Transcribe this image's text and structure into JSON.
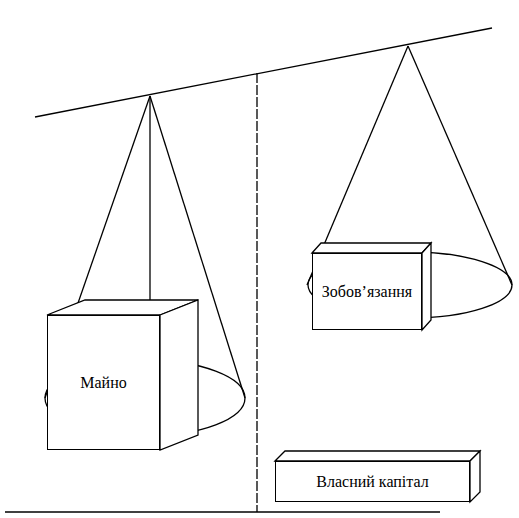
{
  "diagram": {
    "nodes": [
      {
        "text": [
          "Майно"
        ]
      },
      {
        "text": [
          "Зобов’язання"
        ]
      },
      {
        "text": [
          "Власний капітал"
        ]
      }
    ]
  }
}
